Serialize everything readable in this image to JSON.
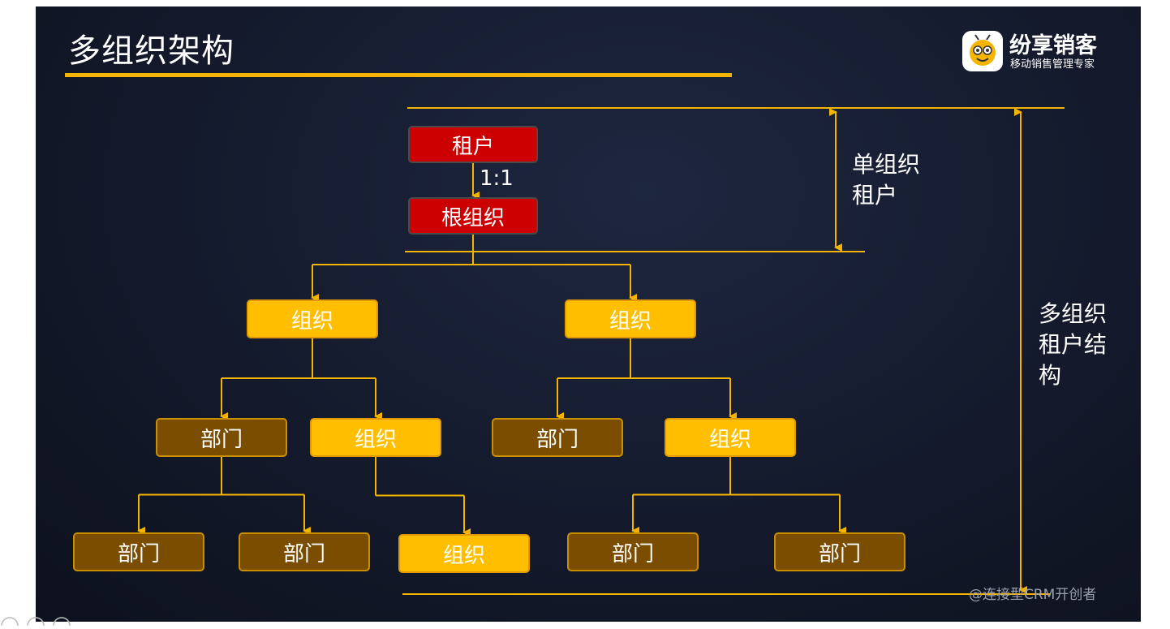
{
  "slide": {
    "title": "多组织架构",
    "logo": {
      "name": "纷享销客",
      "slogan": "移动销售管理专家",
      "icon": "bee-logo-icon"
    },
    "watermark": "@连接型CRM开创者"
  },
  "diagram": {
    "ratio_label": "1:1",
    "bracket_single": {
      "lines": [
        "单组织",
        "租户"
      ]
    },
    "bracket_multi": {
      "lines": [
        "多组织",
        "租户结",
        "构"
      ]
    },
    "nodes": [
      {
        "id": "tenant",
        "label": "租户",
        "kind": "tenant"
      },
      {
        "id": "root",
        "label": "根组织",
        "kind": "tenant"
      },
      {
        "id": "org-l1-a",
        "label": "组织",
        "kind": "organization"
      },
      {
        "id": "org-l1-b",
        "label": "组织",
        "kind": "organization"
      },
      {
        "id": "dept-l2-a",
        "label": "部门",
        "kind": "department"
      },
      {
        "id": "org-l2-b",
        "label": "组织",
        "kind": "organization"
      },
      {
        "id": "dept-l2-c",
        "label": "部门",
        "kind": "department"
      },
      {
        "id": "org-l2-d",
        "label": "组织",
        "kind": "organization"
      },
      {
        "id": "dept-l3-a",
        "label": "部门",
        "kind": "department"
      },
      {
        "id": "dept-l3-b",
        "label": "部门",
        "kind": "department"
      },
      {
        "id": "org-l3-c",
        "label": "组织",
        "kind": "organization"
      },
      {
        "id": "dept-l3-d",
        "label": "部门",
        "kind": "department"
      },
      {
        "id": "dept-l3-e",
        "label": "部门",
        "kind": "department"
      }
    ],
    "edges": [
      {
        "from": "tenant",
        "to": "root"
      },
      {
        "from": "root",
        "to": "org-l1-a"
      },
      {
        "from": "root",
        "to": "org-l1-b"
      },
      {
        "from": "org-l1-a",
        "to": "dept-l2-a"
      },
      {
        "from": "org-l1-a",
        "to": "org-l2-b"
      },
      {
        "from": "org-l1-b",
        "to": "dept-l2-c"
      },
      {
        "from": "org-l1-b",
        "to": "org-l2-d"
      },
      {
        "from": "dept-l2-a",
        "to": "dept-l3-a"
      },
      {
        "from": "dept-l2-a",
        "to": "dept-l3-b"
      },
      {
        "from": "org-l2-b",
        "to": "org-l3-c"
      },
      {
        "from": "org-l2-d",
        "to": "dept-l3-d"
      },
      {
        "from": "org-l2-d",
        "to": "dept-l3-e"
      }
    ]
  },
  "colors": {
    "accent": "#f5b400",
    "tenant": "#cc0000",
    "organization": "#ffbf00",
    "department": "#7a4d00",
    "text": "#ffffff"
  }
}
